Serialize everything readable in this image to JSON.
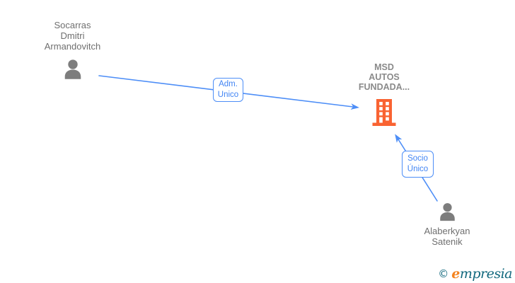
{
  "diagram": {
    "type": "corporate-relationship-graph",
    "background": "#ffffff"
  },
  "nodes": {
    "person1": {
      "name": "Socarras\nDmitri\nArmandovitch",
      "type": "person"
    },
    "company": {
      "name": "MSD\nAUTOS\nFUNDADA...",
      "type": "company"
    },
    "person2": {
      "name": "Alaberkyan\nSatenik",
      "type": "person"
    }
  },
  "edges": [
    {
      "label": "Adm.\nUnico",
      "from": "Socarras Dmitri Armandovitch",
      "to": "MSD AUTOS FUNDADA...",
      "direction": "arrow-into-company"
    },
    {
      "label": "Socio\nÚnico",
      "from": "Alaberkyan Satenik",
      "to": "MSD AUTOS FUNDADA...",
      "direction": "arrow-into-company"
    }
  ],
  "logo": {
    "copyright": "©",
    "brand_first": "e",
    "brand_rest": "mpresia"
  },
  "colors": {
    "edge_blue": "#4d8ef7",
    "label_text_blue": "#4285f4",
    "person_icon_gray": "#7d7d7d",
    "person_name_gray": "#6f6f6f",
    "company_name_gray": "#8a8a8a",
    "building_orange": "#f96332",
    "logo_teal": "#11687d",
    "logo_orange": "#f4831f"
  }
}
